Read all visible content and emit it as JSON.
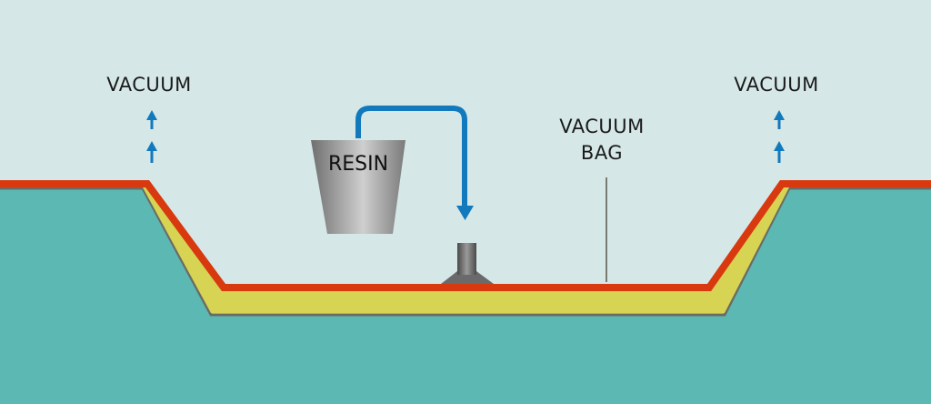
{
  "diagram": {
    "title": "Vacuum infusion process",
    "labels": {
      "vacuum_left": "VACUUM",
      "vacuum_right": "VACUUM",
      "vacuum_bag_line1": "VACUUM",
      "vacuum_bag_line2": "BAG",
      "resin": "RESIN"
    },
    "colors": {
      "background": "#d5e8e7",
      "mold": "#5cb8b2",
      "vacuum_bag": "#d8390f",
      "laminate": "#d6d452",
      "mold_edge": "#6b6b66",
      "arrow": "#1279bd",
      "metal": "#8c8c8c",
      "text": "#1b1b1b"
    },
    "components": [
      "resin bucket",
      "feed tube",
      "resin inlet nozzle",
      "vacuum bag",
      "laminate",
      "mold"
    ]
  }
}
